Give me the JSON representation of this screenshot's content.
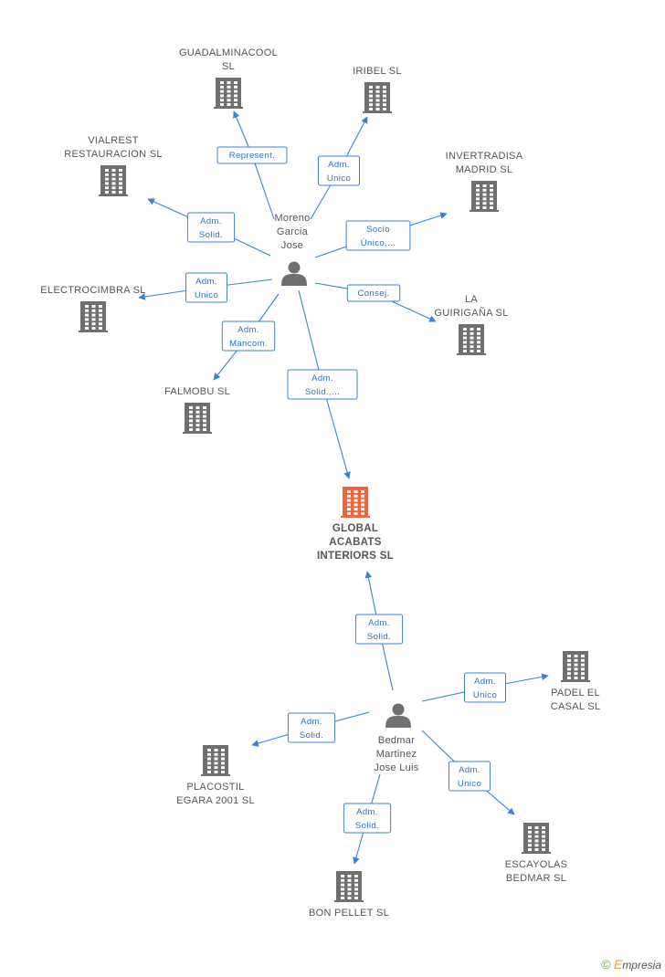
{
  "colors": {
    "edge": "#3b82d6",
    "company": "#6f6f6f",
    "main_company": "#f0643c",
    "person": "#6f6f6f"
  },
  "persons": [
    {
      "id": "p1",
      "lines": [
        "Moreno",
        "Garcia",
        "Jose"
      ]
    },
    {
      "id": "p2",
      "lines": [
        "Bedmar",
        "Martinez",
        "Jose Luis"
      ]
    }
  ],
  "companies": [
    {
      "id": "main",
      "lines": [
        "GLOBAL",
        "ACABATS",
        "INTERIORS SL"
      ],
      "main": true
    },
    {
      "id": "guadalminacool",
      "lines": [
        "GUADALMINACOOL",
        "SL"
      ]
    },
    {
      "id": "iribel",
      "lines": [
        "IRIBEL SL"
      ]
    },
    {
      "id": "vialrest",
      "lines": [
        "VIALREST",
        "RESTAURACION SL"
      ]
    },
    {
      "id": "invertradisa",
      "lines": [
        "INVERTRADISA",
        "MADRID SL"
      ]
    },
    {
      "id": "electrocimbra",
      "lines": [
        "ELECTROCIMBRA SL"
      ]
    },
    {
      "id": "guiriganya",
      "lines": [
        "LA",
        "GUIRIGAÑA SL"
      ]
    },
    {
      "id": "falmobu",
      "lines": [
        "FALMOBU SL"
      ]
    },
    {
      "id": "padel",
      "lines": [
        "PADEL EL",
        "CASAL  SL"
      ]
    },
    {
      "id": "placostil",
      "lines": [
        "PLACOSTIL",
        "EGARA 2001 SL"
      ]
    },
    {
      "id": "escayolas",
      "lines": [
        "ESCAYOLAS",
        "BEDMAR SL"
      ]
    },
    {
      "id": "bonpellet",
      "lines": [
        "BON PELLET SL"
      ]
    }
  ],
  "edges": [
    {
      "from": "p1",
      "to": "guadalminacool",
      "label": [
        "Represent."
      ]
    },
    {
      "from": "p1",
      "to": "iribel",
      "label": [
        "Adm.",
        "Unico"
      ]
    },
    {
      "from": "p1",
      "to": "vialrest",
      "label": [
        "Adm.",
        "Solid."
      ]
    },
    {
      "from": "p1",
      "to": "invertradisa",
      "label": [
        "Socio",
        "Único,..."
      ]
    },
    {
      "from": "p1",
      "to": "electrocimbra",
      "label": [
        "Adm.",
        "Unico"
      ]
    },
    {
      "from": "p1",
      "to": "guiriganya",
      "label": [
        "Consej."
      ]
    },
    {
      "from": "p1",
      "to": "falmobu",
      "label": [
        "Adm.",
        "Mancom."
      ]
    },
    {
      "from": "p1",
      "to": "main",
      "label": [
        "Adm.",
        "Solid.,..."
      ]
    },
    {
      "from": "p2",
      "to": "main",
      "label": [
        "Adm.",
        "Solid."
      ]
    },
    {
      "from": "p2",
      "to": "padel",
      "label": [
        "Adm.",
        "Unico"
      ]
    },
    {
      "from": "p2",
      "to": "placostil",
      "label": [
        "Adm.",
        "Solid."
      ]
    },
    {
      "from": "p2",
      "to": "escayolas",
      "label": [
        "Adm.",
        "Unico"
      ]
    },
    {
      "from": "p2",
      "to": "bonpellet",
      "label": [
        "Adm.",
        "Solid."
      ]
    }
  ],
  "footer": {
    "copyright": "©",
    "brand_initial": "E",
    "brand_rest": "mpresia"
  }
}
